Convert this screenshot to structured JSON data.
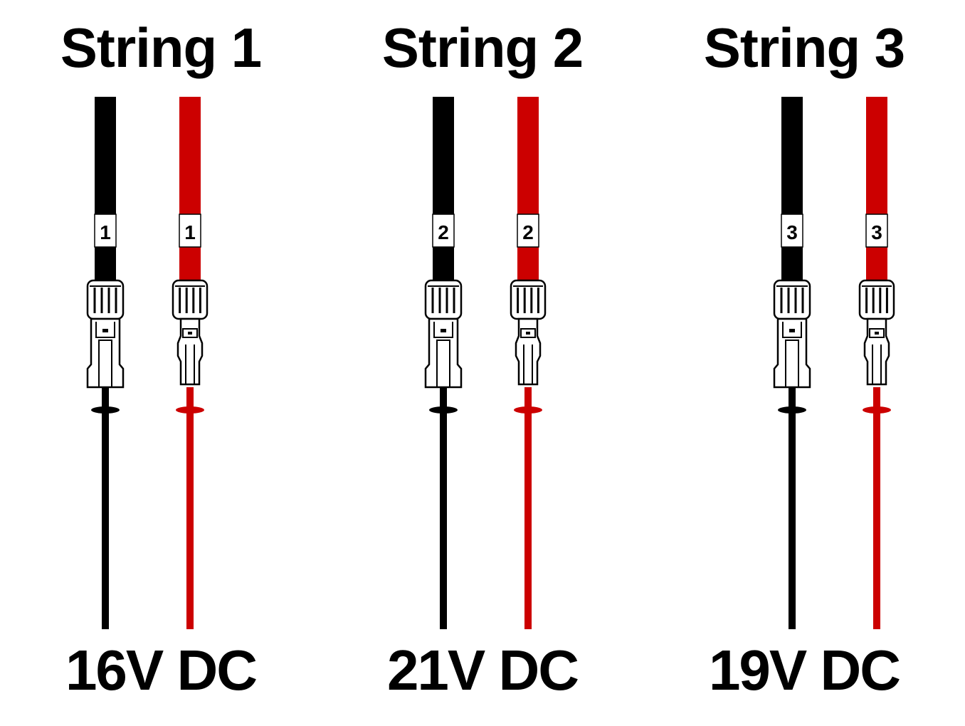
{
  "colors": {
    "negative": "#000000",
    "positive": "#cc0000",
    "tag_background": "#ffffff"
  },
  "strings": [
    {
      "title": "String 1",
      "tag": "1",
      "voltage": "16V DC"
    },
    {
      "title": "String 2",
      "tag": "2",
      "voltage": "21V DC"
    },
    {
      "title": "String 3",
      "tag": "3",
      "voltage": "19V DC"
    }
  ]
}
